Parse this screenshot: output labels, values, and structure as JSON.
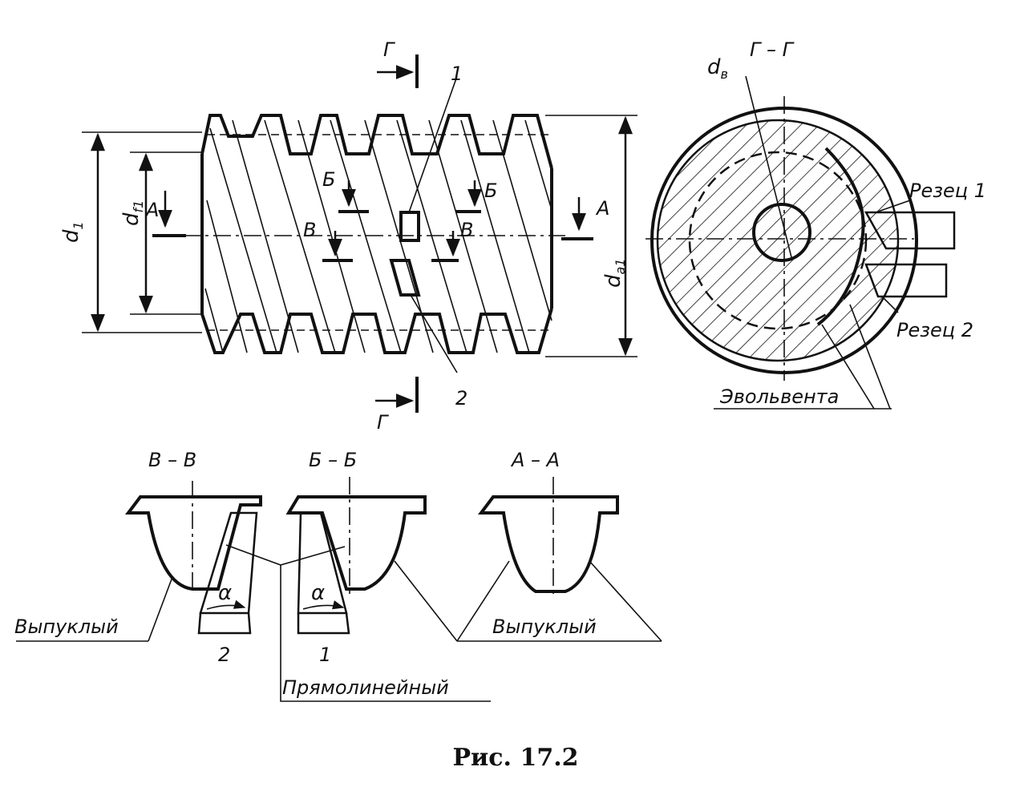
{
  "figure": {
    "caption": "Рис. 17.2"
  },
  "worm_view": {
    "d1": "d",
    "d1_sub": "1",
    "df1": "d",
    "df1_sub": "f1",
    "da1": "d",
    "da1_sub": "a1",
    "section_A_left": "A",
    "section_A_right": "A",
    "section_B_left": "Б",
    "section_B_right": "Б",
    "section_V_left": "В",
    "section_V_right": "В",
    "section_G_top": "Г",
    "section_G_bottom": "Г",
    "tool_1": "1",
    "tool_2": "2"
  },
  "section_G_view": {
    "title": "Г – Г",
    "db": "d",
    "db_sub": "в",
    "cutter_1": "Резец 1",
    "cutter_2": "Резец 2",
    "involute": "Эвольвента"
  },
  "profiles": {
    "vv_title": "В – В",
    "bb_title": "Б – Б",
    "aa_title": "А – А",
    "convex_left": "Выпуклый",
    "convex_right": "Выпуклый",
    "straight": "Прямолинейный",
    "alpha_left": "α",
    "alpha_right": "α",
    "tool_2": "2",
    "tool_1": "1"
  }
}
